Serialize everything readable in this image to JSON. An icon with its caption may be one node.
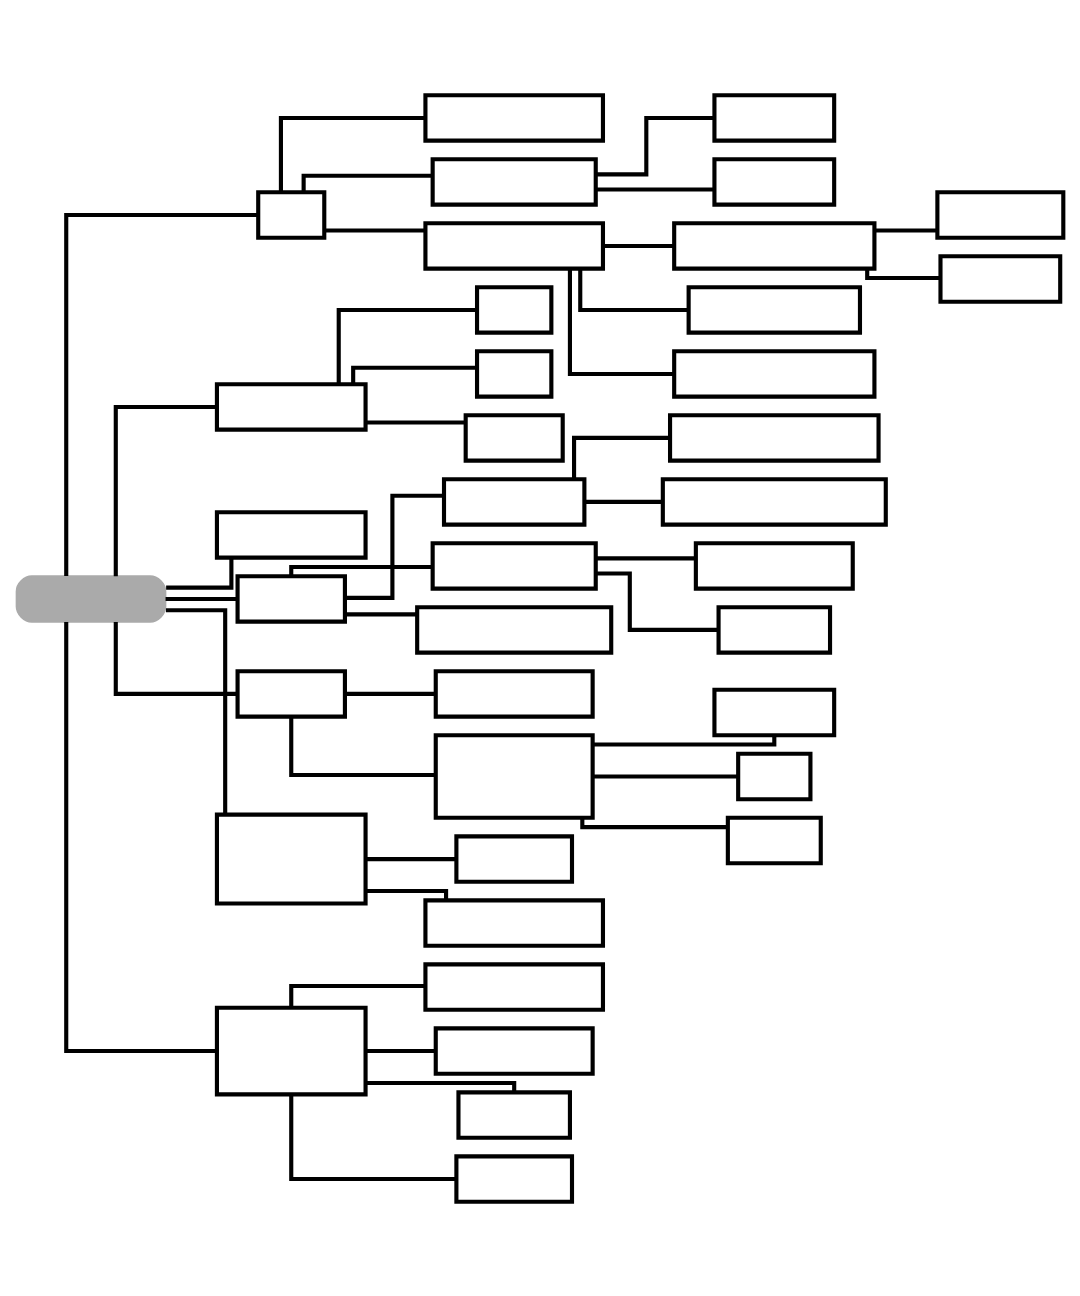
{
  "diagram": {
    "nodes": [
      {
        "text": [],
        "shape": "bar"
      },
      {
        "text": [],
        "shape": "box"
      },
      {
        "text": [],
        "shape": "box"
      },
      {
        "text": [],
        "shape": "box"
      },
      {
        "text": [],
        "shape": "box"
      },
      {
        "text": [],
        "shape": "box"
      },
      {
        "text": [],
        "shape": "box"
      },
      {
        "text": [],
        "shape": "box"
      },
      {
        "text": [],
        "shape": "box"
      },
      {
        "text": [],
        "shape": "box"
      },
      {
        "text": [],
        "shape": "box"
      },
      {
        "text": [],
        "shape": "box"
      },
      {
        "text": [],
        "shape": "box"
      },
      {
        "text": [],
        "shape": "box"
      },
      {
        "text": [],
        "shape": "box"
      },
      {
        "text": [],
        "shape": "box"
      },
      {
        "text": [],
        "shape": "box"
      },
      {
        "text": [],
        "shape": "box"
      },
      {
        "text": [],
        "shape": "box"
      },
      {
        "text": [],
        "shape": "box"
      },
      {
        "text": [],
        "shape": "box"
      },
      {
        "text": [],
        "shape": "box"
      },
      {
        "text": [],
        "shape": "box"
      },
      {
        "text": [],
        "shape": "box"
      },
      {
        "text": [],
        "shape": "box"
      },
      {
        "text": [],
        "shape": "box"
      },
      {
        "text": [],
        "shape": "box"
      },
      {
        "text": [],
        "shape": "box"
      },
      {
        "text": [],
        "shape": "box"
      },
      {
        "text": [],
        "shape": "box"
      },
      {
        "text": [],
        "shape": "box"
      },
      {
        "text": [],
        "shape": "box"
      },
      {
        "text": [],
        "shape": "box"
      },
      {
        "text": [],
        "shape": "box"
      },
      {
        "text": [],
        "shape": "box"
      },
      {
        "text": [],
        "shape": "box"
      },
      {
        "text": [],
        "shape": "box"
      },
      {
        "text": [],
        "shape": "box"
      },
      {
        "text": [],
        "shape": "box"
      }
    ],
    "edges": [
      {
        "from": 0,
        "to": 1,
        "arrow": "none"
      },
      {
        "from": 1,
        "to": 2,
        "arrow": "none"
      },
      {
        "from": 1,
        "to": 3,
        "arrow": "none"
      },
      {
        "from": 3,
        "to": 4,
        "arrow": "none"
      },
      {
        "from": 3,
        "to": 5,
        "arrow": "none"
      },
      {
        "from": 1,
        "to": 6,
        "arrow": "none"
      },
      {
        "from": 6,
        "to": 7,
        "arrow": "none"
      },
      {
        "from": 7,
        "to": 8,
        "arrow": "none"
      },
      {
        "from": 7,
        "to": 9,
        "arrow": "none"
      },
      {
        "from": 6,
        "to": 10,
        "arrow": "none"
      },
      {
        "from": 6,
        "to": 11,
        "arrow": "none"
      },
      {
        "from": 0,
        "to": 12,
        "arrow": "none"
      },
      {
        "from": 12,
        "to": 13,
        "arrow": "none"
      },
      {
        "from": 12,
        "to": 14,
        "arrow": "none"
      },
      {
        "from": 12,
        "to": 15,
        "arrow": "none"
      },
      {
        "from": 0,
        "to": 16,
        "arrow": "none"
      },
      {
        "from": 0,
        "to": 17,
        "arrow": "none"
      },
      {
        "from": 17,
        "to": 18,
        "arrow": "none"
      },
      {
        "from": 18,
        "to": 19,
        "arrow": "none"
      },
      {
        "from": 18,
        "to": 20,
        "arrow": "none"
      },
      {
        "from": 17,
        "to": 21,
        "arrow": "none"
      },
      {
        "from": 21,
        "to": 22,
        "arrow": "none"
      },
      {
        "from": 21,
        "to": 23,
        "arrow": "none"
      },
      {
        "from": 17,
        "to": 24,
        "arrow": "none"
      },
      {
        "from": 0,
        "to": 25,
        "arrow": "none"
      },
      {
        "from": 25,
        "to": 26,
        "arrow": "none"
      },
      {
        "from": 25,
        "to": 27,
        "arrow": "none"
      },
      {
        "from": 27,
        "to": 28,
        "arrow": "none"
      },
      {
        "from": 27,
        "to": 29,
        "arrow": "none"
      },
      {
        "from": 27,
        "to": 30,
        "arrow": "none"
      },
      {
        "from": 0,
        "to": 31,
        "arrow": "none"
      },
      {
        "from": 31,
        "to": 32,
        "arrow": "none"
      },
      {
        "from": 31,
        "to": 33,
        "arrow": "none"
      },
      {
        "from": 0,
        "to": 34,
        "arrow": "none"
      },
      {
        "from": 34,
        "to": 35,
        "arrow": "none"
      },
      {
        "from": 34,
        "to": 36,
        "arrow": "none"
      },
      {
        "from": 34,
        "to": 37,
        "arrow": "none"
      },
      {
        "from": 34,
        "to": 38,
        "arrow": "none"
      }
    ]
  }
}
